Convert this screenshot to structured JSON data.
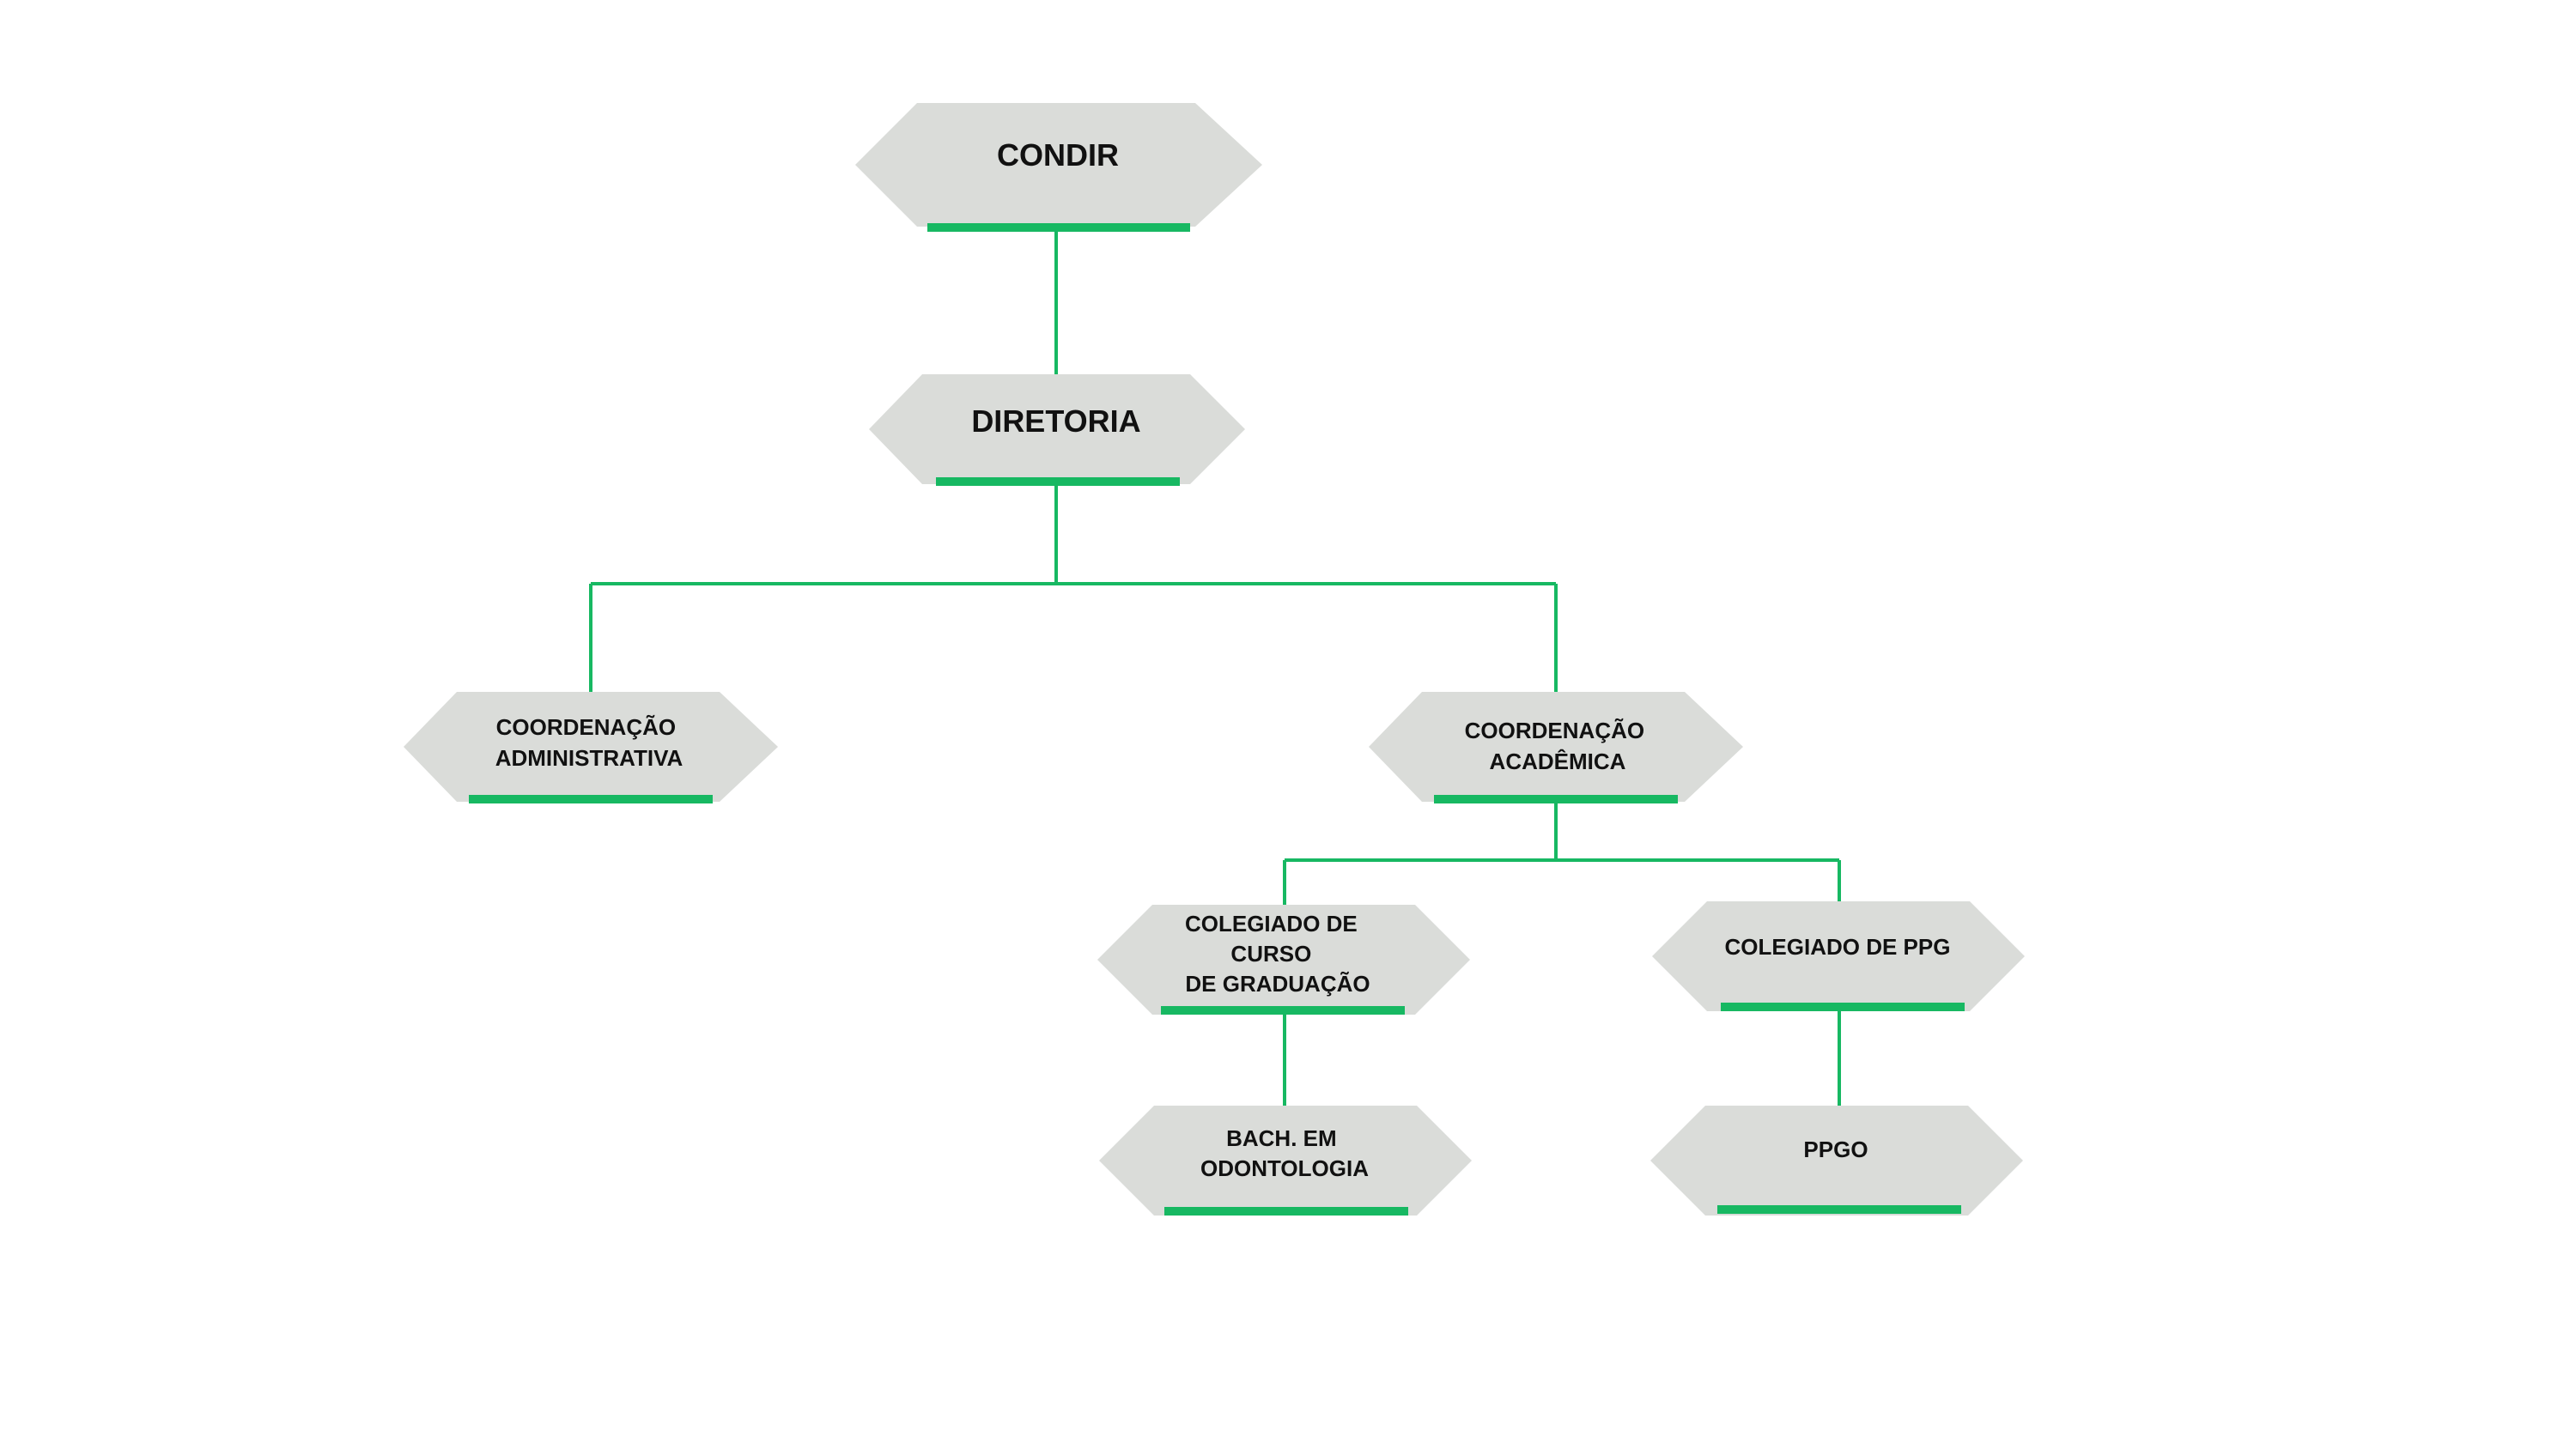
{
  "colors": {
    "shape_fill": "#dadcd9",
    "accent_green": "#17b862",
    "text": "#111111"
  },
  "nodes": {
    "condir": {
      "lines": [
        "CONDIR"
      ]
    },
    "diretoria": {
      "lines": [
        "DIRETORIA"
      ]
    },
    "coord_admin": {
      "lines": [
        "COORDENAÇÃO",
        "ADMINISTRATIVA"
      ]
    },
    "coord_acad": {
      "lines": [
        "COORDENAÇÃO",
        "ACADÊMICA"
      ]
    },
    "colegiado_grad": {
      "lines": [
        "COLEGIADO DE",
        "CURSO",
        "DE GRADUAÇÃO"
      ]
    },
    "colegiado_ppg": {
      "lines": [
        "COLEGIADO DE PPG"
      ]
    },
    "bach_odonto": {
      "lines": [
        "BACH. EM",
        "ODONTOLOGIA"
      ]
    },
    "ppgo": {
      "lines": [
        "PPGO"
      ]
    }
  }
}
